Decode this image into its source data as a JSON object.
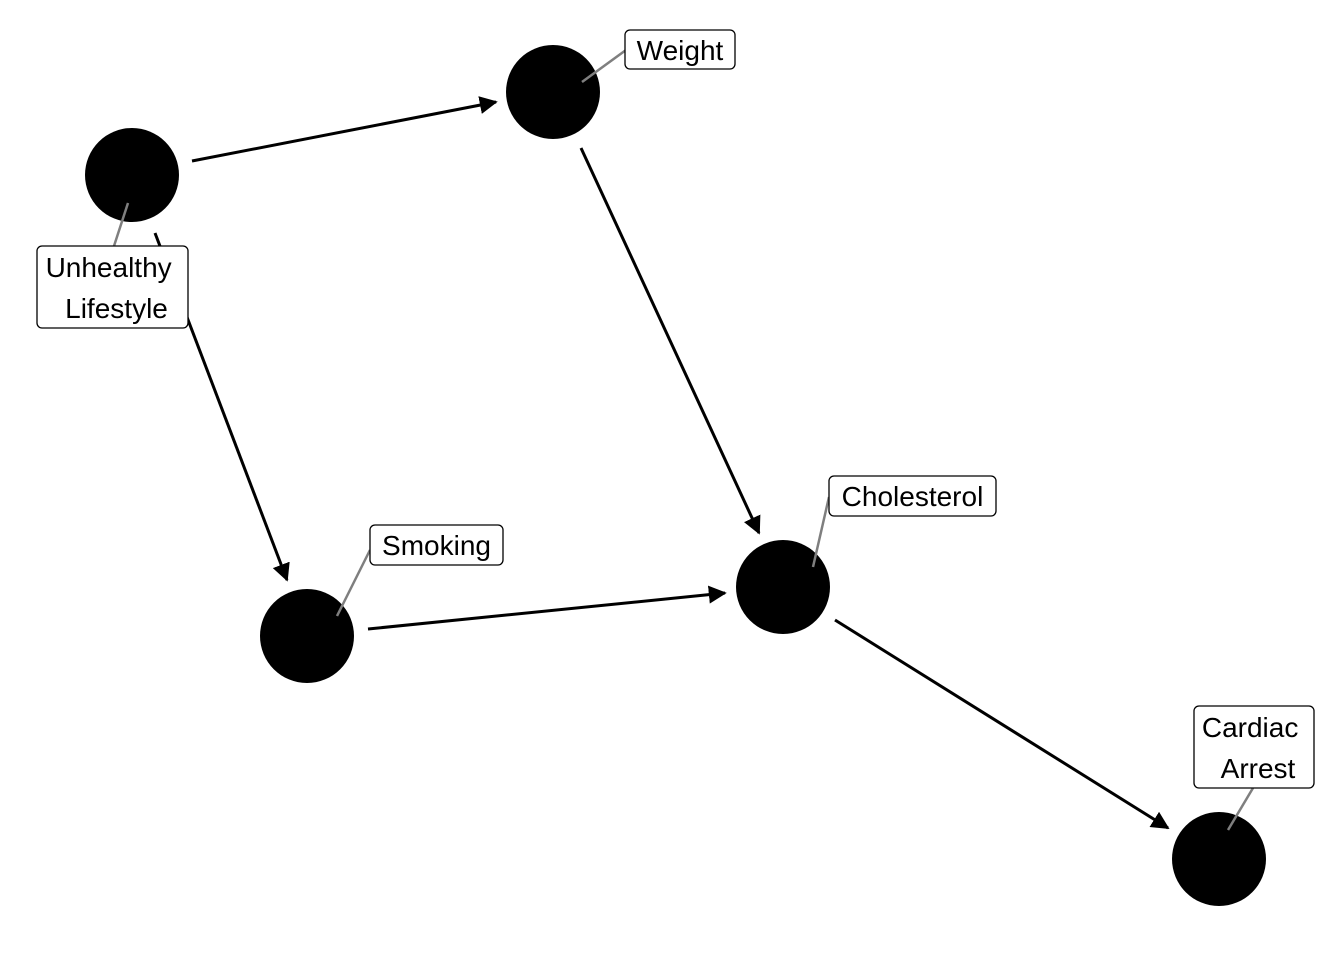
{
  "diagram": {
    "type": "directed-acyclic-graph",
    "nodes": [
      {
        "id": "unhealthy_lifestyle",
        "label_lines": [
          "Unhealthy",
          "Lifestyle"
        ]
      },
      {
        "id": "weight",
        "label_lines": [
          "Weight"
        ]
      },
      {
        "id": "smoking",
        "label_lines": [
          "Smoking"
        ]
      },
      {
        "id": "cholesterol",
        "label_lines": [
          "Cholesterol"
        ]
      },
      {
        "id": "cardiac_arrest",
        "label_lines": [
          "Cardiac",
          "Arrest"
        ]
      }
    ],
    "edges": [
      {
        "from": "unhealthy_lifestyle",
        "to": "weight"
      },
      {
        "from": "unhealthy_lifestyle",
        "to": "smoking"
      },
      {
        "from": "weight",
        "to": "cholesterol"
      },
      {
        "from": "smoking",
        "to": "cholesterol"
      },
      {
        "from": "cholesterol",
        "to": "cardiac_arrest"
      }
    ],
    "colors": {
      "node": "#000000",
      "edge": "#000000",
      "leader": "#7f7f7f",
      "label_background": "#ffffff",
      "label_border": "#000000"
    }
  }
}
